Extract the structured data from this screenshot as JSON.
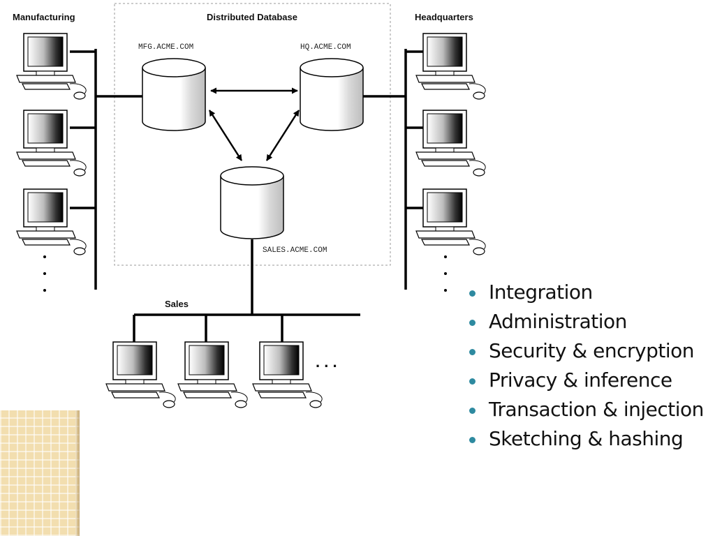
{
  "diagram": {
    "panel_title": "Distributed Database",
    "group_left": "Manufacturing",
    "group_right": "Headquarters",
    "group_bottom": "Sales",
    "db_mfg": "MFG.ACME.COM",
    "db_hq": "HQ.ACME.COM",
    "db_sales": "SALES.ACME.COM",
    "ellipsis_vertical": ":",
    "ellipsis_horizontal": ". . ."
  },
  "bullets": [
    "Integration",
    "Administration",
    "Security & encryption",
    "Privacy & inference",
    "Transaction & injection",
    "Sketching & hashing"
  ],
  "colors": {
    "bullet": "#2e8aa0",
    "corner_pattern": "#f2deaf"
  }
}
